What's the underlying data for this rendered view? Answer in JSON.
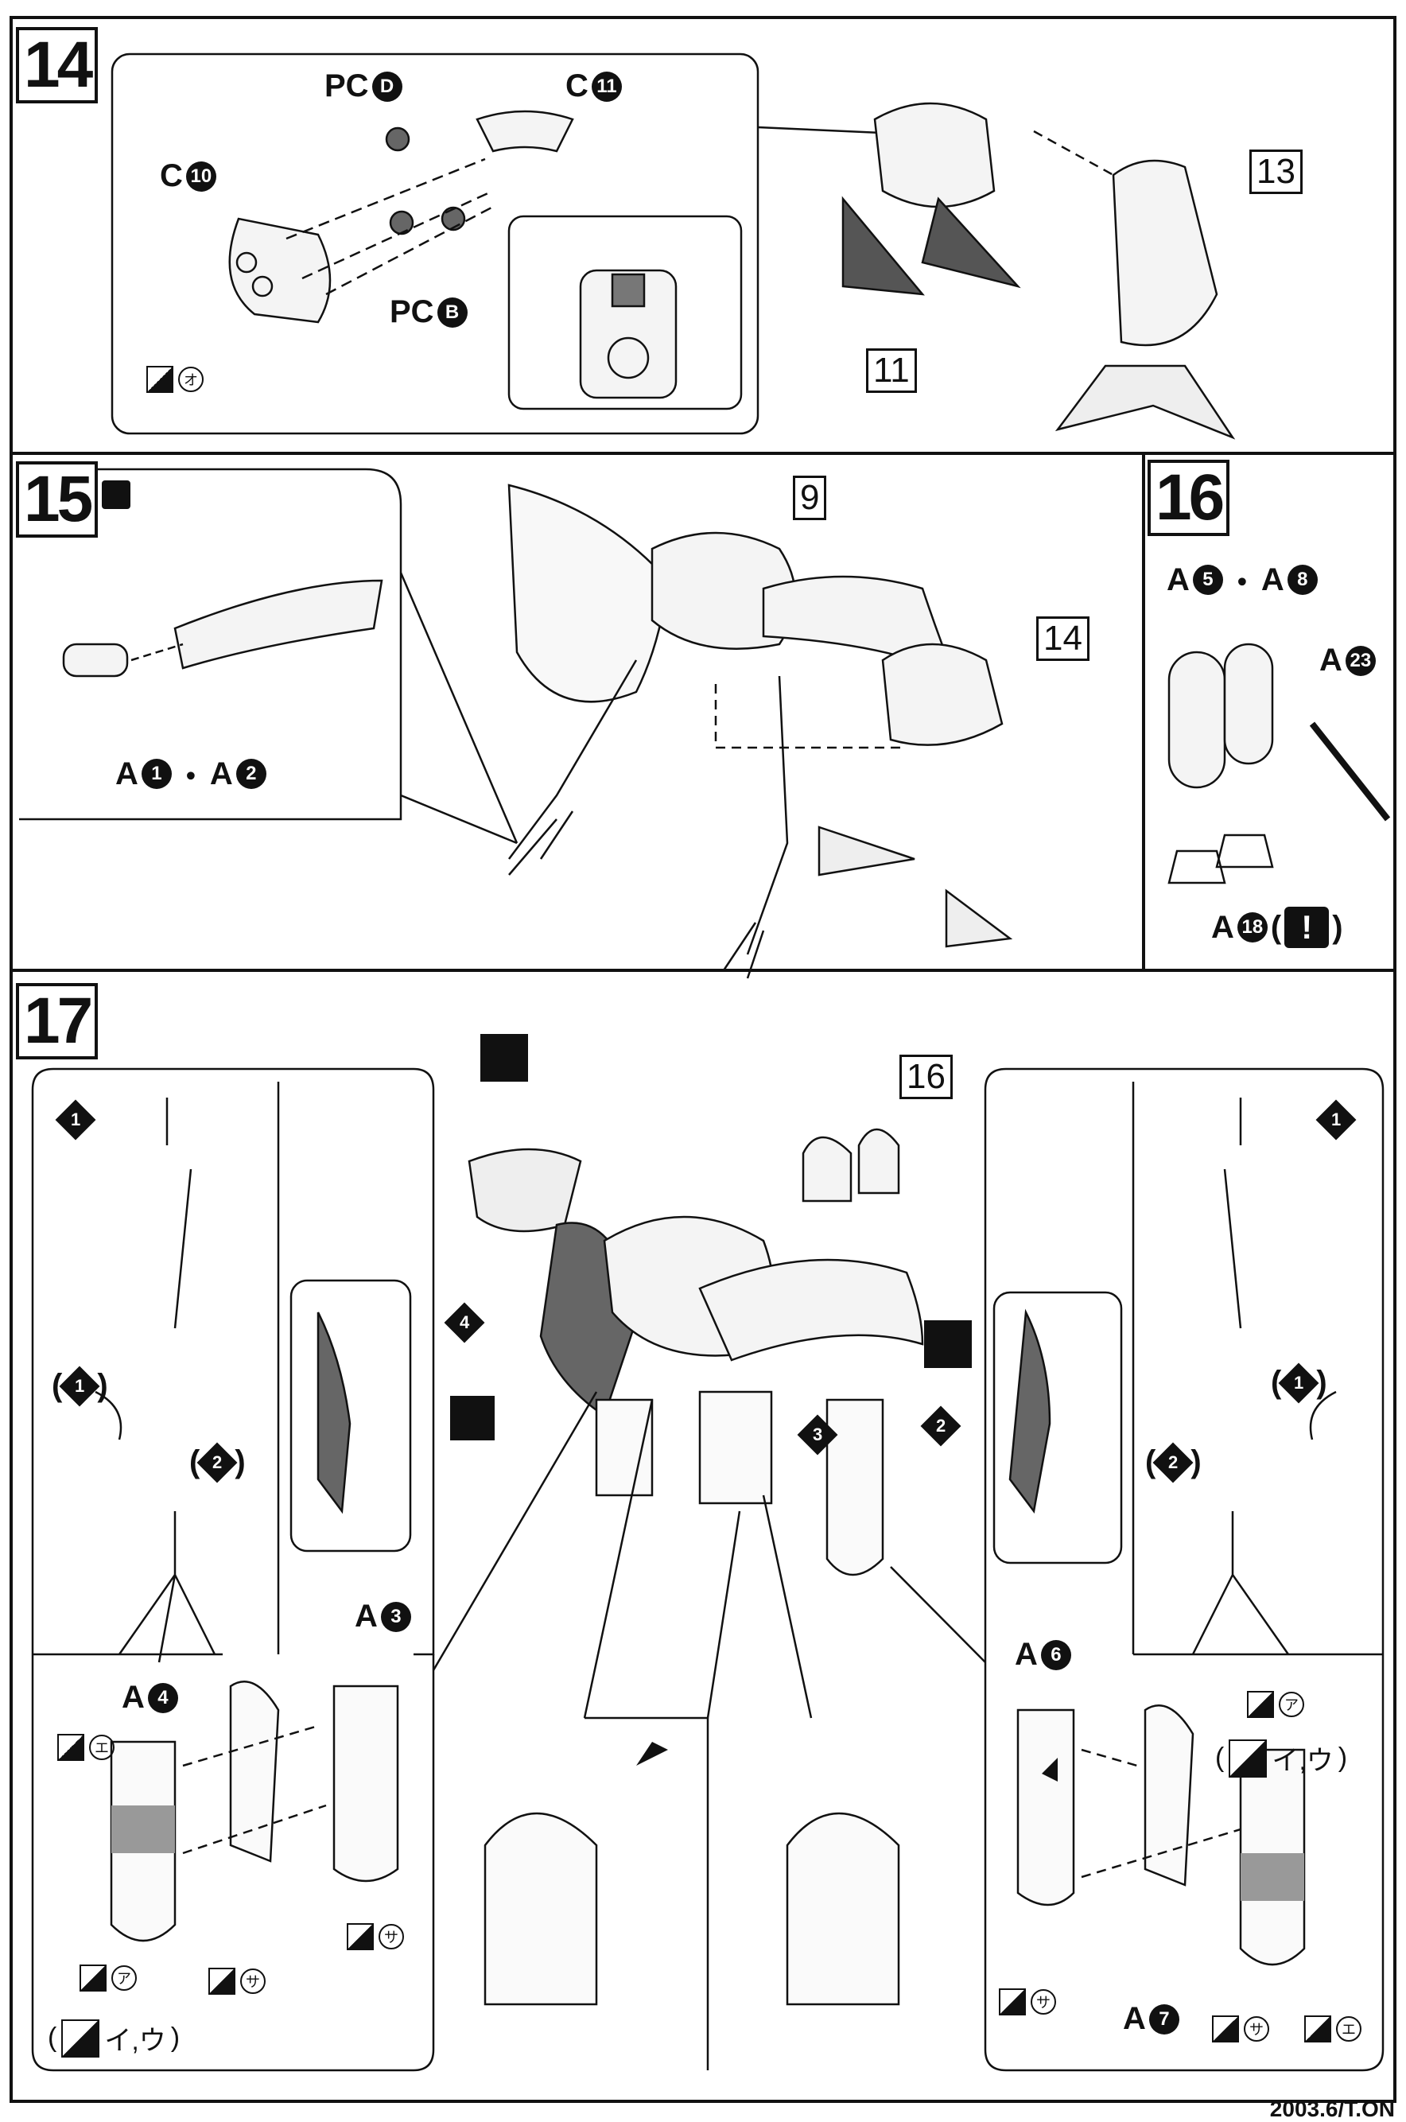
{
  "steps": {
    "s14": {
      "number": "14",
      "labels": {
        "pc_d": {
          "prefix": "PC",
          "num": "D"
        },
        "c11": {
          "prefix": "C",
          "num": "11"
        },
        "c10": {
          "prefix": "C",
          "num": "10"
        },
        "pc_b": {
          "prefix": "PC",
          "num": "B"
        }
      },
      "paint": "オ",
      "refs": [
        "13",
        "11"
      ]
    },
    "s15": {
      "number": "15",
      "part": {
        "a1": "A",
        "n1": "1",
        "sep": "・",
        "a2": "A",
        "n2": "2"
      },
      "refs": [
        "9",
        "14"
      ]
    },
    "s16": {
      "number": "16",
      "top": {
        "a1": "A",
        "n1": "5",
        "sep": "・",
        "a2": "A",
        "n2": "8"
      },
      "rod": {
        "a": "A",
        "n": "23"
      },
      "feet": {
        "a": "A",
        "n": "18",
        "open": "(",
        "mark": "!",
        "close": ")"
      }
    },
    "s17": {
      "number": "17",
      "ref": "16",
      "substeps": {
        "one": "1",
        "two": "2",
        "three": "3",
        "four": "4"
      },
      "left": {
        "sub1": "1",
        "opt1": "1",
        "opt2": "2",
        "a4": {
          "a": "A",
          "n": "4"
        },
        "a3": {
          "a": "A",
          "n": "3"
        },
        "paint": [
          "エ",
          "ア",
          "サ",
          "サ"
        ],
        "paint_pair": "イ,ウ"
      },
      "right": {
        "sub1": "1",
        "opt1": "1",
        "opt2": "2",
        "a6": {
          "a": "A",
          "n": "6"
        },
        "a7": {
          "a": "A",
          "n": "7"
        },
        "paint": [
          "ア",
          "サ",
          "サ",
          "エ"
        ],
        "paint_pair": "イ,ウ"
      }
    }
  },
  "footer": "2003.6/T.ON"
}
